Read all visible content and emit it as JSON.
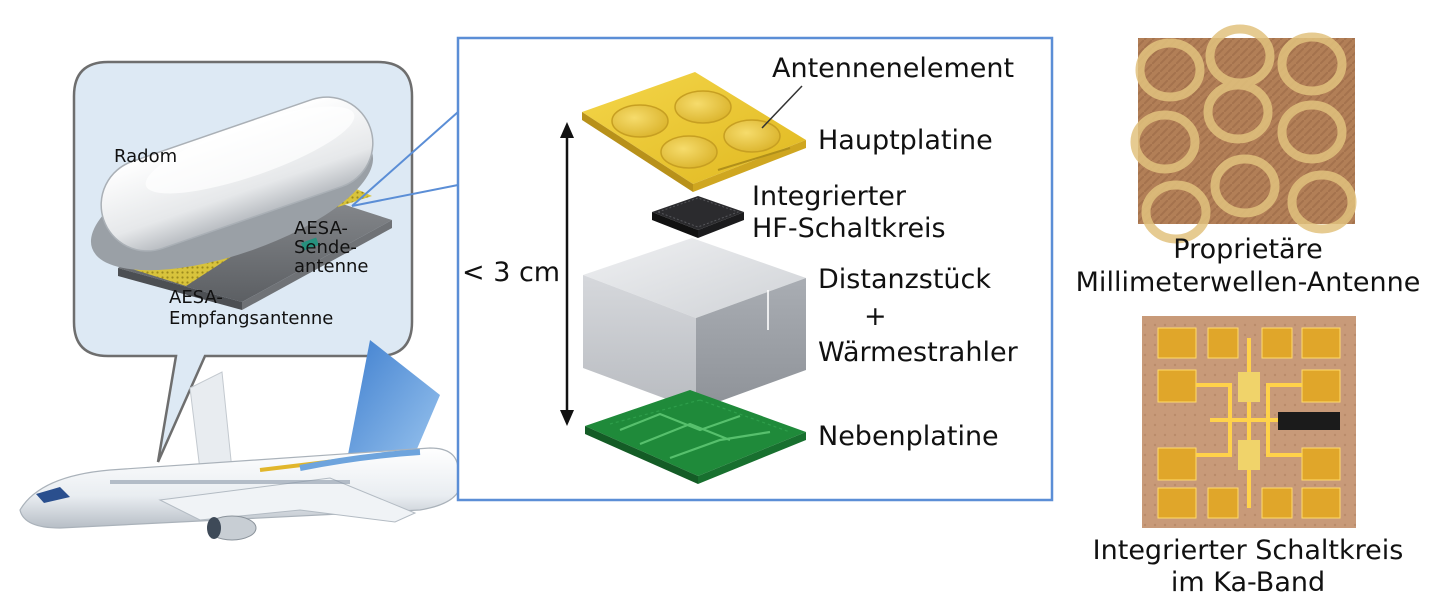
{
  "left_panel": {
    "radome_label": "Radom",
    "tx_antenna_label": "AESA-\nSende-\nantenne",
    "rx_antenna_label": "AESA-\nEmpfangsantenne"
  },
  "stack": {
    "height_label": "< 3 cm",
    "antenna_element_label": "Antennenelement",
    "main_board_label": "Hauptplatine",
    "rfic_label_line1": "Integrierter",
    "rfic_label_line2": "HF-Schaltkreis",
    "spacer_label_line1": "Distanzstück",
    "spacer_label_line2": "+",
    "spacer_label_line3": "Wärmestrahler",
    "sub_board_label": "Nebenplatine"
  },
  "right_panel": {
    "antenna_caption_line1": "Proprietäre",
    "antenna_caption_line2": "Millimeterwellen-Antenne",
    "ic_caption_line1": "Integrierter Schaltkreis",
    "ic_caption_line2": "im Ka-Band"
  },
  "colors": {
    "frame_blue": "#5b8ed6",
    "callout_fill": "#dde9f4",
    "callout_stroke": "#6e6e6e",
    "board_yellow": "#e8c42a",
    "pcb_green": "#1f8a3a",
    "spacer_gray": "#c9ccd1"
  }
}
